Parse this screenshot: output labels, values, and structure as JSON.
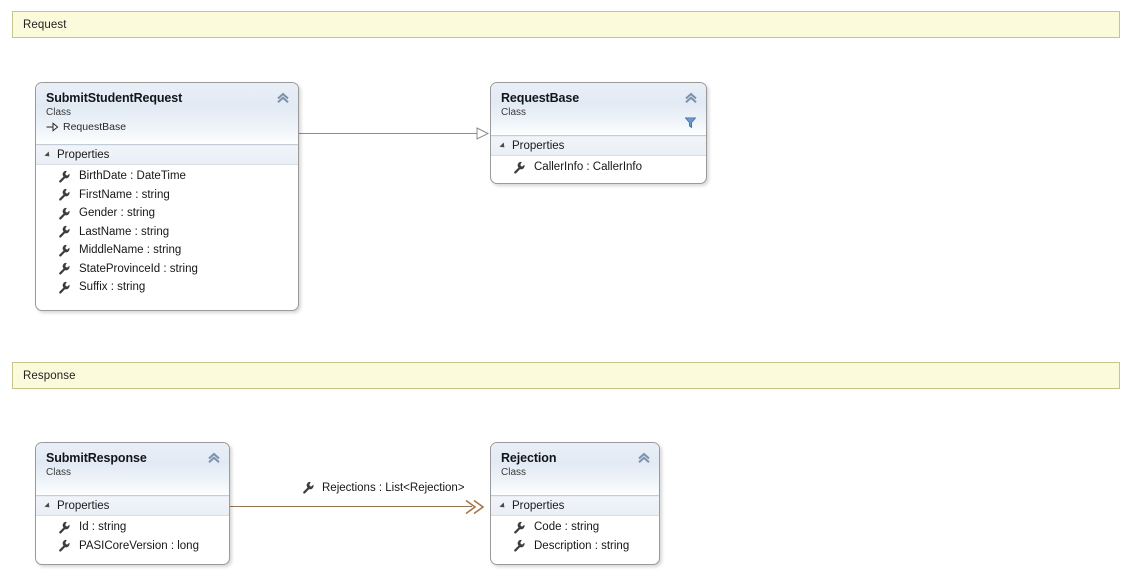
{
  "diagram": {
    "type": "uml-class-diagram",
    "background": "#FFFFFF",
    "colors": {
      "section_bar_fill": "#FBFBDC",
      "section_bar_border": "#C5C58D",
      "class_border": "#9A9A9A",
      "class_header_gradient_top": "#E9EFF7",
      "class_header_gradient_bottom": "#FDFEFE",
      "inheritance_line": "#8C8C8C",
      "association_line": "#937551",
      "filter_icon": "#4F81BD"
    }
  },
  "sections": [
    {
      "label": "Request"
    },
    {
      "label": "Response"
    }
  ],
  "classes": [
    {
      "name": "SubmitStudentRequest",
      "stereotype": "Class",
      "base_class": "RequestBase",
      "base_icon": "inheritance-arrow-icon",
      "collapse_icon": "chevron-up-icon",
      "has_filter_icon": false,
      "compartments": [
        {
          "label": "Properties",
          "expander_icon": "triangle-expanded-icon",
          "members": [
            {
              "icon": "wrench-icon",
              "text": "BirthDate : DateTime"
            },
            {
              "icon": "wrench-icon",
              "text": "FirstName : string"
            },
            {
              "icon": "wrench-icon",
              "text": "Gender : string"
            },
            {
              "icon": "wrench-icon",
              "text": "LastName : string"
            },
            {
              "icon": "wrench-icon",
              "text": "MiddleName : string"
            },
            {
              "icon": "wrench-icon",
              "text": "StateProvinceId : string"
            },
            {
              "icon": "wrench-icon",
              "text": "Suffix : string"
            }
          ]
        }
      ]
    },
    {
      "name": "RequestBase",
      "stereotype": "Class",
      "base_class": "",
      "collapse_icon": "chevron-up-icon",
      "has_filter_icon": true,
      "filter_icon": "funnel-filter-icon",
      "compartments": [
        {
          "label": "Properties",
          "expander_icon": "triangle-expanded-icon",
          "members": [
            {
              "icon": "wrench-icon",
              "text": "CallerInfo : CallerInfo"
            }
          ]
        }
      ]
    },
    {
      "name": "SubmitResponse",
      "stereotype": "Class",
      "base_class": "",
      "collapse_icon": "chevron-up-icon",
      "has_filter_icon": false,
      "compartments": [
        {
          "label": "Properties",
          "expander_icon": "triangle-expanded-icon",
          "members": [
            {
              "icon": "wrench-icon",
              "text": "Id : string"
            },
            {
              "icon": "wrench-icon",
              "text": "PASICoreVersion : long"
            }
          ]
        }
      ]
    },
    {
      "name": "Rejection",
      "stereotype": "Class",
      "base_class": "",
      "collapse_icon": "chevron-up-icon",
      "has_filter_icon": false,
      "compartments": [
        {
          "label": "Properties",
          "expander_icon": "triangle-expanded-icon",
          "members": [
            {
              "icon": "wrench-icon",
              "text": "Code : string"
            },
            {
              "icon": "wrench-icon",
              "text": "Description : string"
            }
          ]
        }
      ]
    }
  ],
  "connectors": [
    {
      "kind": "inheritance",
      "from": "SubmitStudentRequest",
      "to": "RequestBase",
      "label": "",
      "arrowhead": "hollow-triangle"
    },
    {
      "kind": "association",
      "from": "SubmitResponse",
      "to": "Rejection",
      "label": "Rejections : List<Rejection>",
      "label_icon": "wrench-icon",
      "arrowhead": "double-chevron"
    }
  ]
}
